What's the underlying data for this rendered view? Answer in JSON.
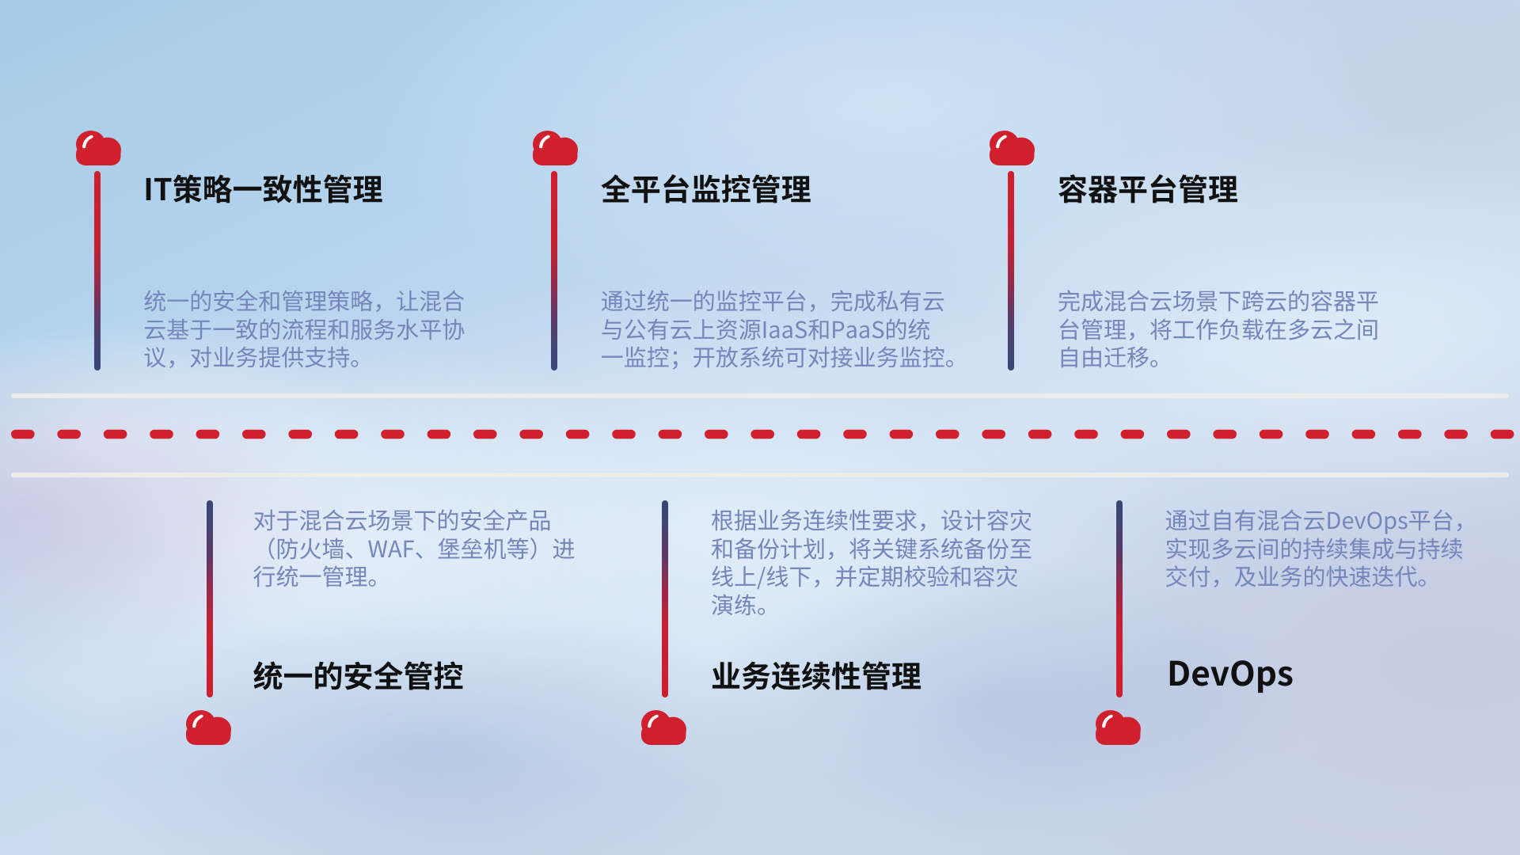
{
  "slide": {
    "items": [
      {
        "id": "it-policy",
        "row": "top",
        "title": "IT策略一致性管理",
        "lines": [
          "统一的安全和管理策略，让混合",
          "云基于一致的流程和服务水平协",
          "议，对业务提供支持。"
        ]
      },
      {
        "id": "platform-monitoring",
        "row": "top",
        "title": "全平台监控管理",
        "lines": [
          "通过统一的监控平台，完成私有云",
          "与公有云上资源IaaS和PaaS的统",
          "一监控；开放系统可对接业务监控。"
        ]
      },
      {
        "id": "container-platform",
        "row": "top",
        "title": "容器平台管理",
        "lines": [
          "完成混合云场景下跨云的容器平",
          "台管理，将工作负载在多云之间",
          "自由迁移。"
        ]
      },
      {
        "id": "unified-security",
        "row": "bottom",
        "title": "统一的安全管控",
        "lines": [
          "对于混合云场景下的安全产品",
          "（防火墙、WAF、堡垒机等）进",
          "行统一管理。"
        ]
      },
      {
        "id": "business-continuity",
        "row": "bottom",
        "title": "业务连续性管理",
        "lines": [
          "根据业务连续性要求，设计容灾",
          "和备份计划，将关键系统备份至",
          "线上/线下，并定期校验和容灾",
          "演练。"
        ]
      },
      {
        "id": "devops",
        "row": "bottom",
        "title": "DevOps",
        "lines": [
          "通过自有混合云DevOps平台，",
          "实现多云间的持续集成与持续",
          "交付，及业务的快速迭代。"
        ]
      }
    ]
  },
  "colors": {
    "accent_red": "#D0202E",
    "deep_navy": "#3A4677",
    "title_text": "#111111",
    "body_text": "#7586BB",
    "divider_white": "#EDECE9"
  }
}
